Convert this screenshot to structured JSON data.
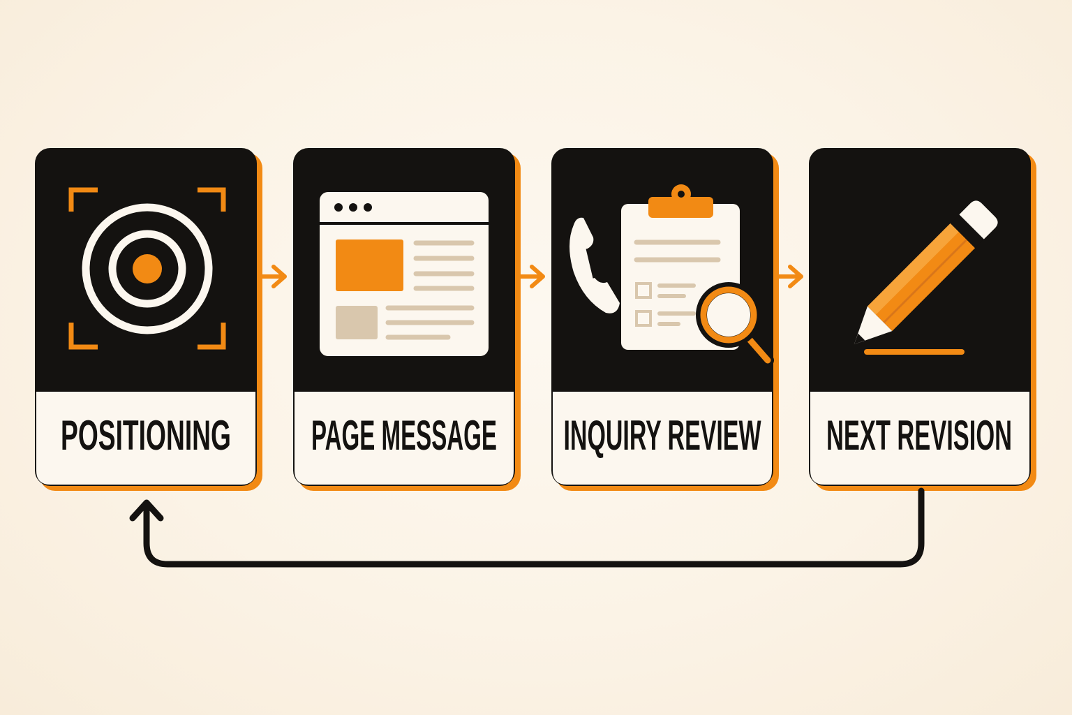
{
  "diagram": {
    "type": "cycle-process",
    "colors": {
      "background": "#fcf6ec",
      "card_dark": "#141210",
      "card_light": "#fcf7ef",
      "accent": "#f28a14",
      "muted": "#d9c7ad"
    },
    "steps": [
      {
        "label": "POSITIONING",
        "icon": "target-icon"
      },
      {
        "label": "PAGE MESSAGE",
        "icon": "webpage-icon"
      },
      {
        "label": "INQUIRY REVIEW",
        "icon": "clipboard-phone-magnifier-icon"
      },
      {
        "label": "NEXT REVISION",
        "icon": "pencil-icon"
      }
    ],
    "flow": {
      "connectors": "step-to-step",
      "loop": "last step returns to first step"
    }
  }
}
